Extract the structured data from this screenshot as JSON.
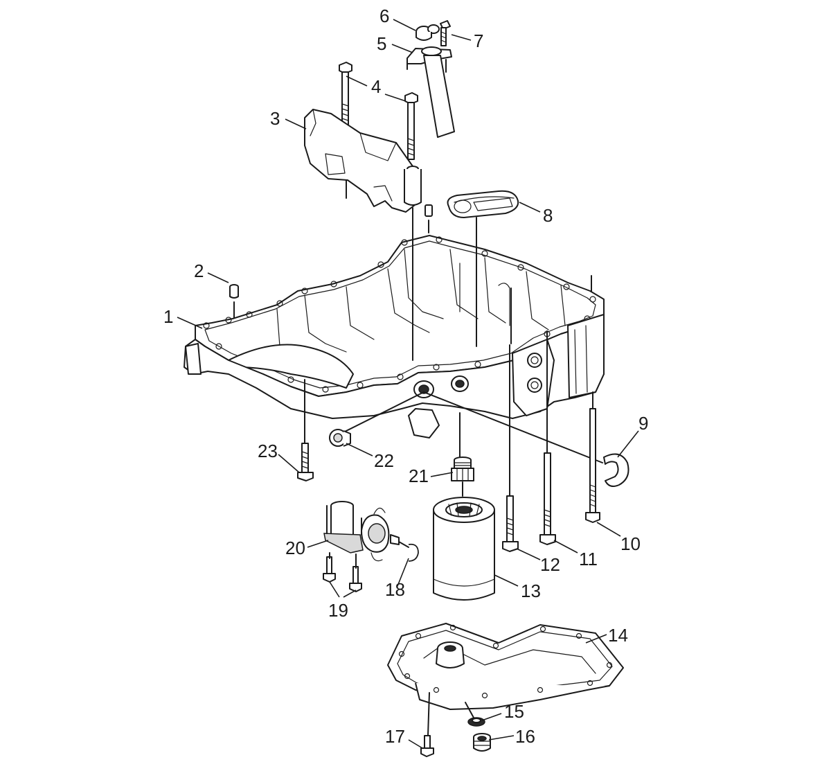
{
  "callouts": [
    {
      "id": "1",
      "text": "1"
    },
    {
      "id": "2",
      "text": "2"
    },
    {
      "id": "3",
      "text": "3"
    },
    {
      "id": "4",
      "text": "4"
    },
    {
      "id": "5",
      "text": "5"
    },
    {
      "id": "6",
      "text": "6"
    },
    {
      "id": "7",
      "text": "7"
    },
    {
      "id": "8",
      "text": "8"
    },
    {
      "id": "9",
      "text": "9"
    },
    {
      "id": "10",
      "text": "10"
    },
    {
      "id": "11",
      "text": "11"
    },
    {
      "id": "12",
      "text": "12"
    },
    {
      "id": "13",
      "text": "13"
    },
    {
      "id": "14",
      "text": "14"
    },
    {
      "id": "15",
      "text": "15"
    },
    {
      "id": "16",
      "text": "16"
    },
    {
      "id": "17",
      "text": "17"
    },
    {
      "id": "18",
      "text": "18"
    },
    {
      "id": "19",
      "text": "19"
    },
    {
      "id": "20",
      "text": "20"
    },
    {
      "id": "21",
      "text": "21"
    },
    {
      "id": "22",
      "text": "22"
    },
    {
      "id": "23",
      "text": "23"
    }
  ]
}
